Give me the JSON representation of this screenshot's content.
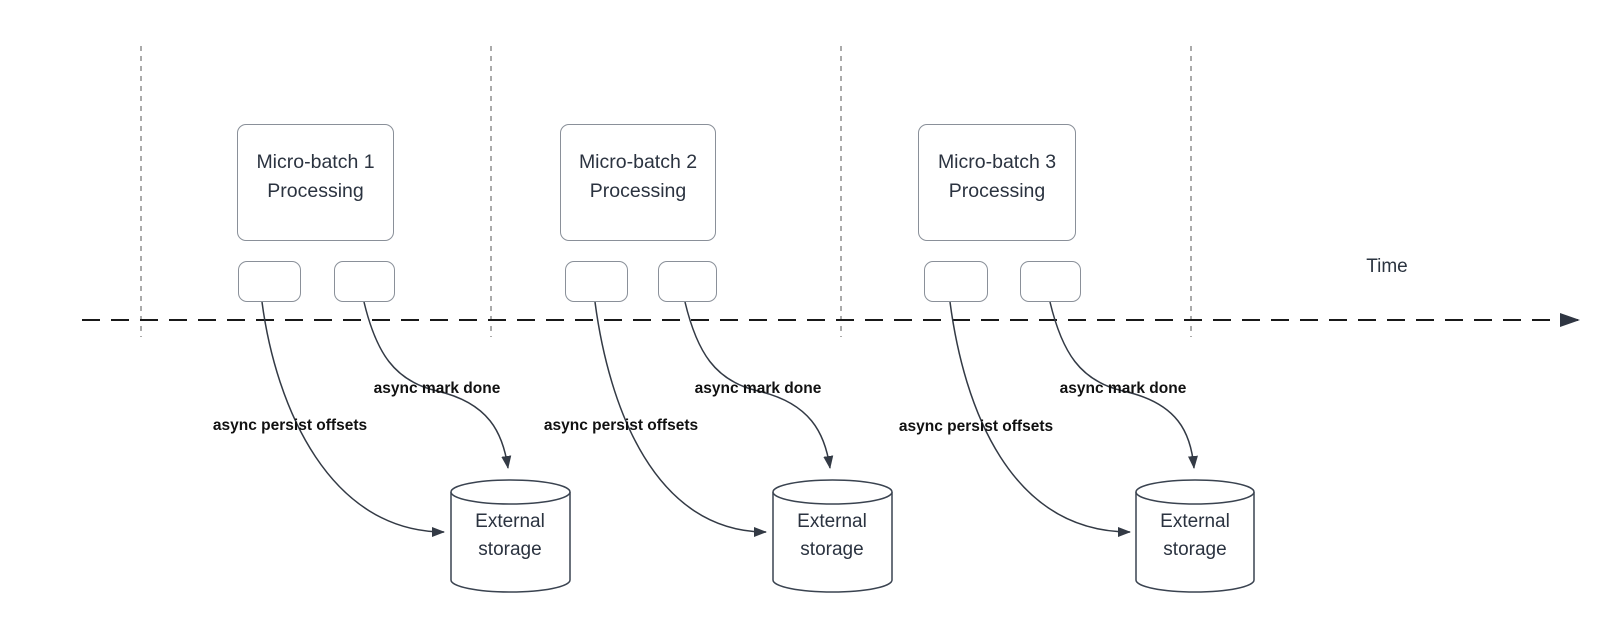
{
  "timeline": {
    "label": "Time"
  },
  "batches": [
    {
      "title_line1": "Micro-batch 1",
      "title_line2": "Processing",
      "persist_label": "async persist offsets",
      "mark_done_label": "async mark done",
      "storage_line1": "External",
      "storage_line2": "storage"
    },
    {
      "title_line1": "Micro-batch 2",
      "title_line2": "Processing",
      "persist_label": "async persist offsets",
      "mark_done_label": "async mark done",
      "storage_line1": "External",
      "storage_line2": "storage"
    },
    {
      "title_line1": "Micro-batch 3",
      "title_line2": "Processing",
      "persist_label": "async persist offsets",
      "mark_done_label": "async mark done",
      "storage_line1": "External",
      "storage_line2": "storage"
    }
  ],
  "colors": {
    "box_border": "#8a9099",
    "connector": "#333a45",
    "cylinder_stroke": "#3a4350",
    "timeline_line": "#191919",
    "guide_line": "#ababab",
    "text_dark": "#2b3340",
    "label_text": "#111111",
    "background": "#ffffff"
  }
}
